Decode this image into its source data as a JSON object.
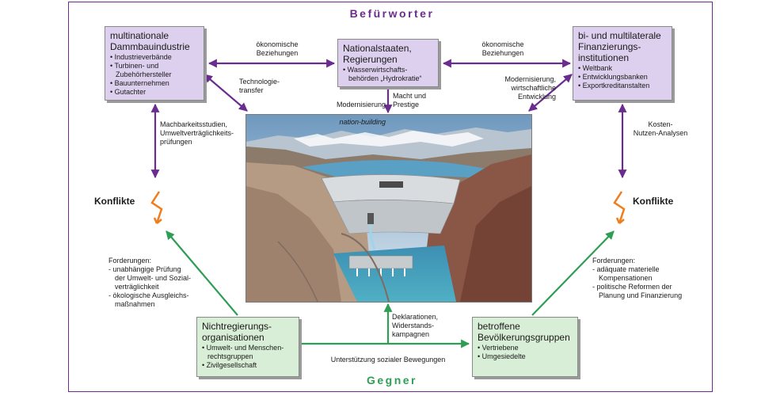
{
  "headings": {
    "top": "Befürworter",
    "bottom": "Gegner"
  },
  "colors": {
    "frame": "#6a2c8f",
    "purple_arrow": "#6a2c8f",
    "green_arrow": "#2f9e55",
    "conflict": "#f07d1b",
    "purple_box": "#ddd0ee",
    "green_box": "#d8eed6"
  },
  "boxes": {
    "industry": {
      "title": "multinationale\nDammbauindustrie",
      "items": [
        "Industrieverbände",
        "Turbinen- und Zubehörhersteller",
        "Bauunternehmen",
        "Gutachter"
      ]
    },
    "states": {
      "title": "Nationalstaaten,\nRegierungen",
      "items": [
        "Wasserwirtschafts-behörden „Hydrokratie“"
      ]
    },
    "finance": {
      "title": "bi- und multilaterale\nFinanzierungs-\ninstitutionen",
      "items": [
        "Weltbank",
        "Entwicklungsbanken",
        "Exportkreditanstalten"
      ]
    },
    "ngo": {
      "title": "Nichtregierungs-\norganisationen",
      "items": [
        "Umwelt- und Menschen-rechtsgruppen",
        "Zivilgesellschaft"
      ]
    },
    "affected": {
      "title": "betroffene\nBevölkerungsgruppen",
      "items": [
        "Vertriebene",
        "Umgesiedelte"
      ]
    }
  },
  "labels": {
    "econ_left": "ökonomische\nBeziehungen",
    "econ_right": "ökonomische\nBeziehungen",
    "tech_transfer": "Technologie-\ntransfer",
    "modern_nation_line1": "Modernisierung",
    "modern_nation_line2": "nation-building",
    "power": "Macht und\nPrestige",
    "modern_econ": "Modernisierung,\nwirtschaftliche\nEntwicklung",
    "feasibility": "Machbarkeitsstudien,\nUmweltverträglichkeits-\nprüfungen",
    "cost_benefit": "Kosten-\nNutzen-Analysen",
    "declarations": "Deklarationen,\nWiderstands-\nkampagnen",
    "support": "Unterstützung sozialer Bewegungen"
  },
  "conflicts": {
    "left": "Konflikte",
    "right": "Konflikte"
  },
  "requests_left": {
    "title": "Forderungen:",
    "items": [
      "unabhängige Prüfung\nder Umwelt- und Sozial-\nverträglichkeit",
      "ökologische Ausgleichs-\nmaßnahmen"
    ]
  },
  "requests_right": {
    "title": "Forderungen:",
    "items": [
      "adäquate materielle\nKompensationen",
      "politische Reformen der\nPlanung und Finanzierung"
    ]
  },
  "illustration": {
    "icon": "dam-landscape-illustration"
  }
}
